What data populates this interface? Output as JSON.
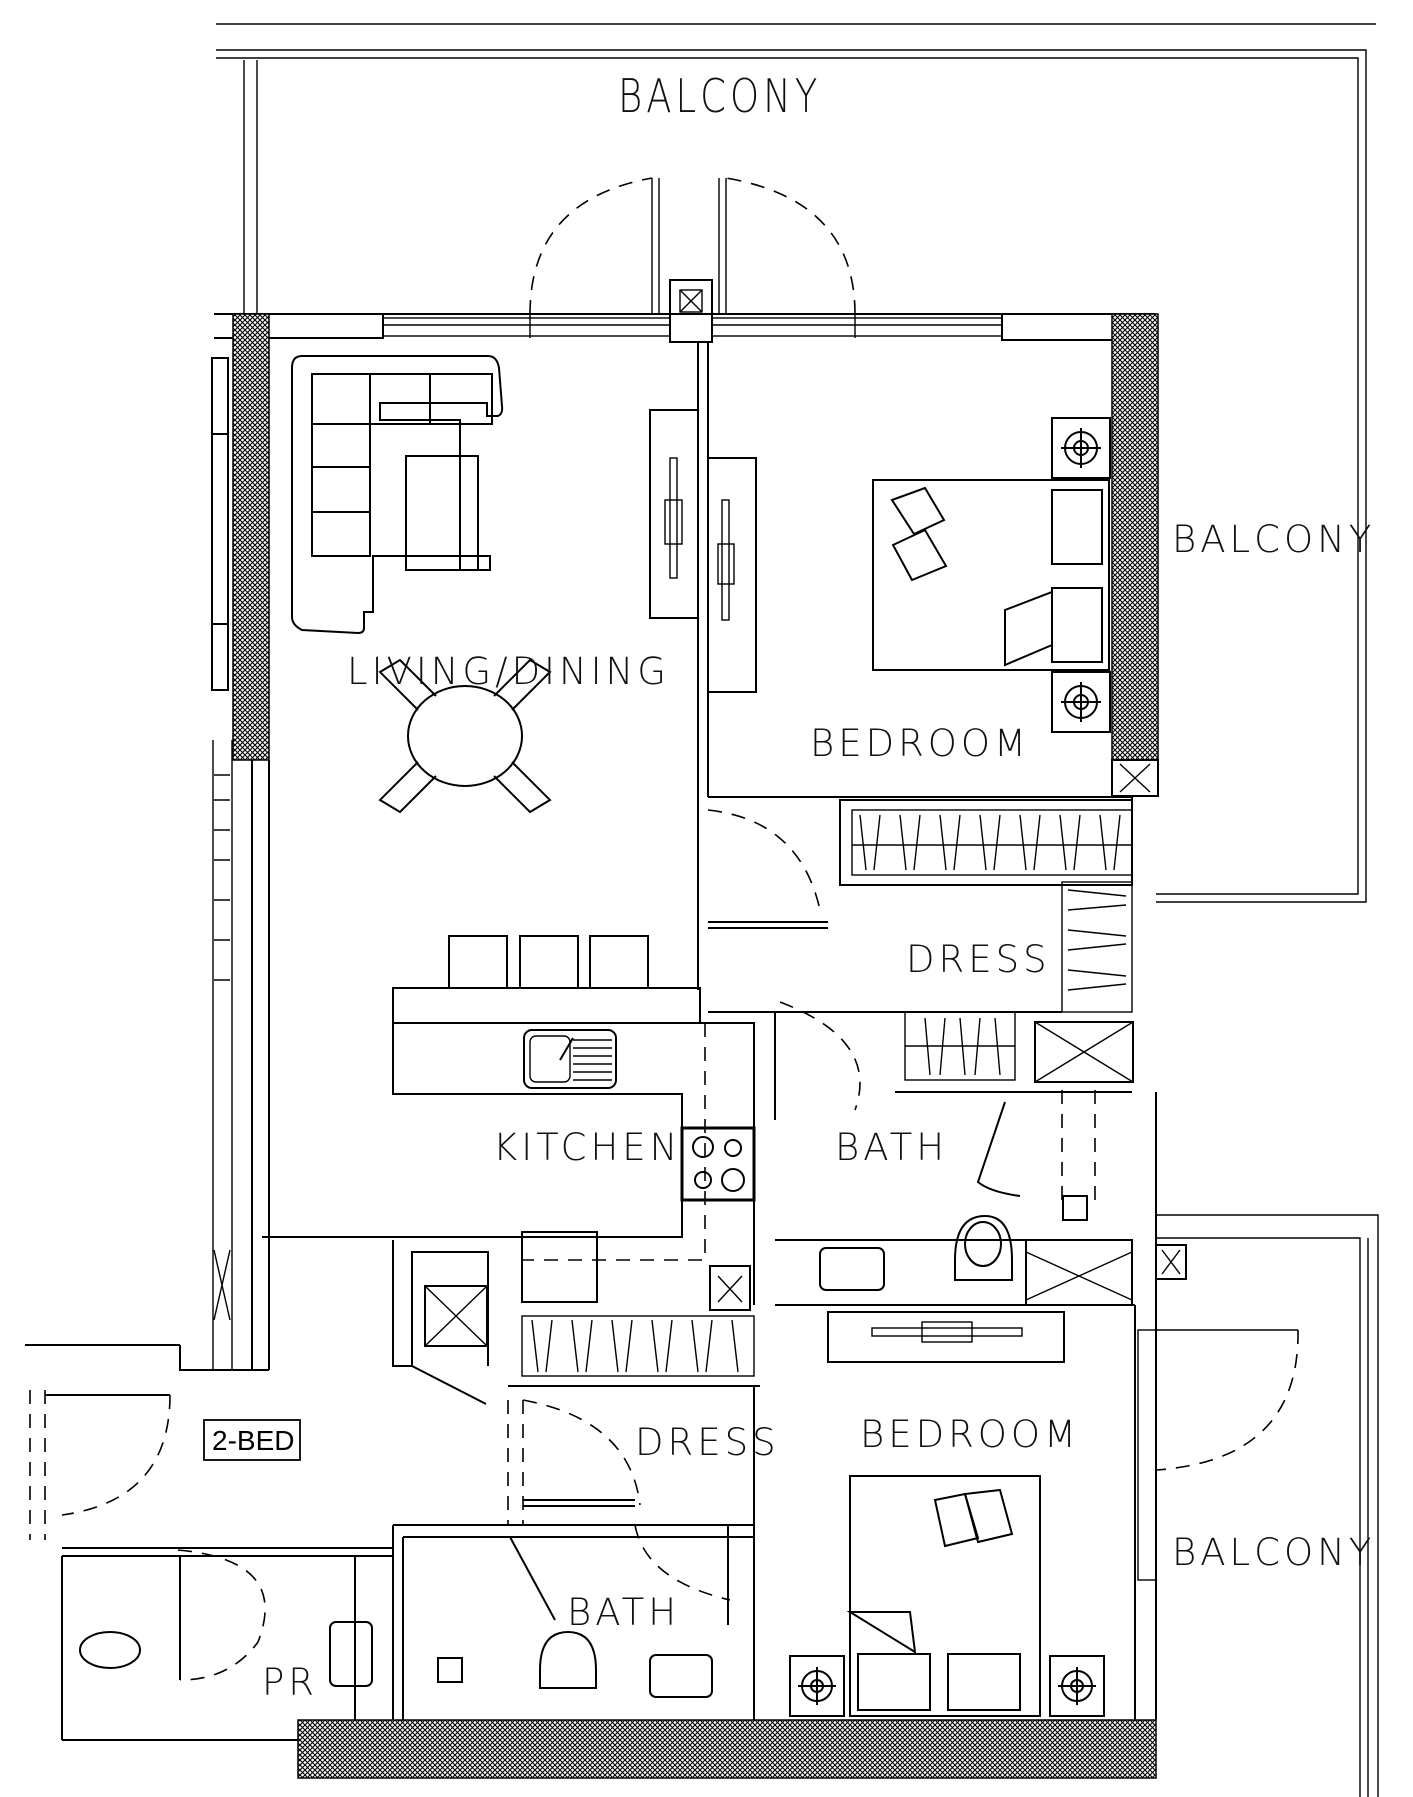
{
  "plan": {
    "unit_type": "2-BED",
    "rooms": {
      "balcony_top": "BALCONY",
      "balcony_right_upper": "BALCONY",
      "balcony_right_lower": "BALCONY",
      "living_dining": "LIVING/DINING",
      "bedroom_master": "BEDROOM",
      "dress_master": "DRESS",
      "kitchen": "KITCHEN",
      "bath_master": "BATH",
      "bedroom_second": "BEDROOM",
      "dress_second": "DRESS",
      "bath_second": "BATH",
      "powder_room": "PR"
    },
    "line_color": "#000000",
    "wall_hatch_color": "#000000",
    "background": "#ffffff"
  }
}
